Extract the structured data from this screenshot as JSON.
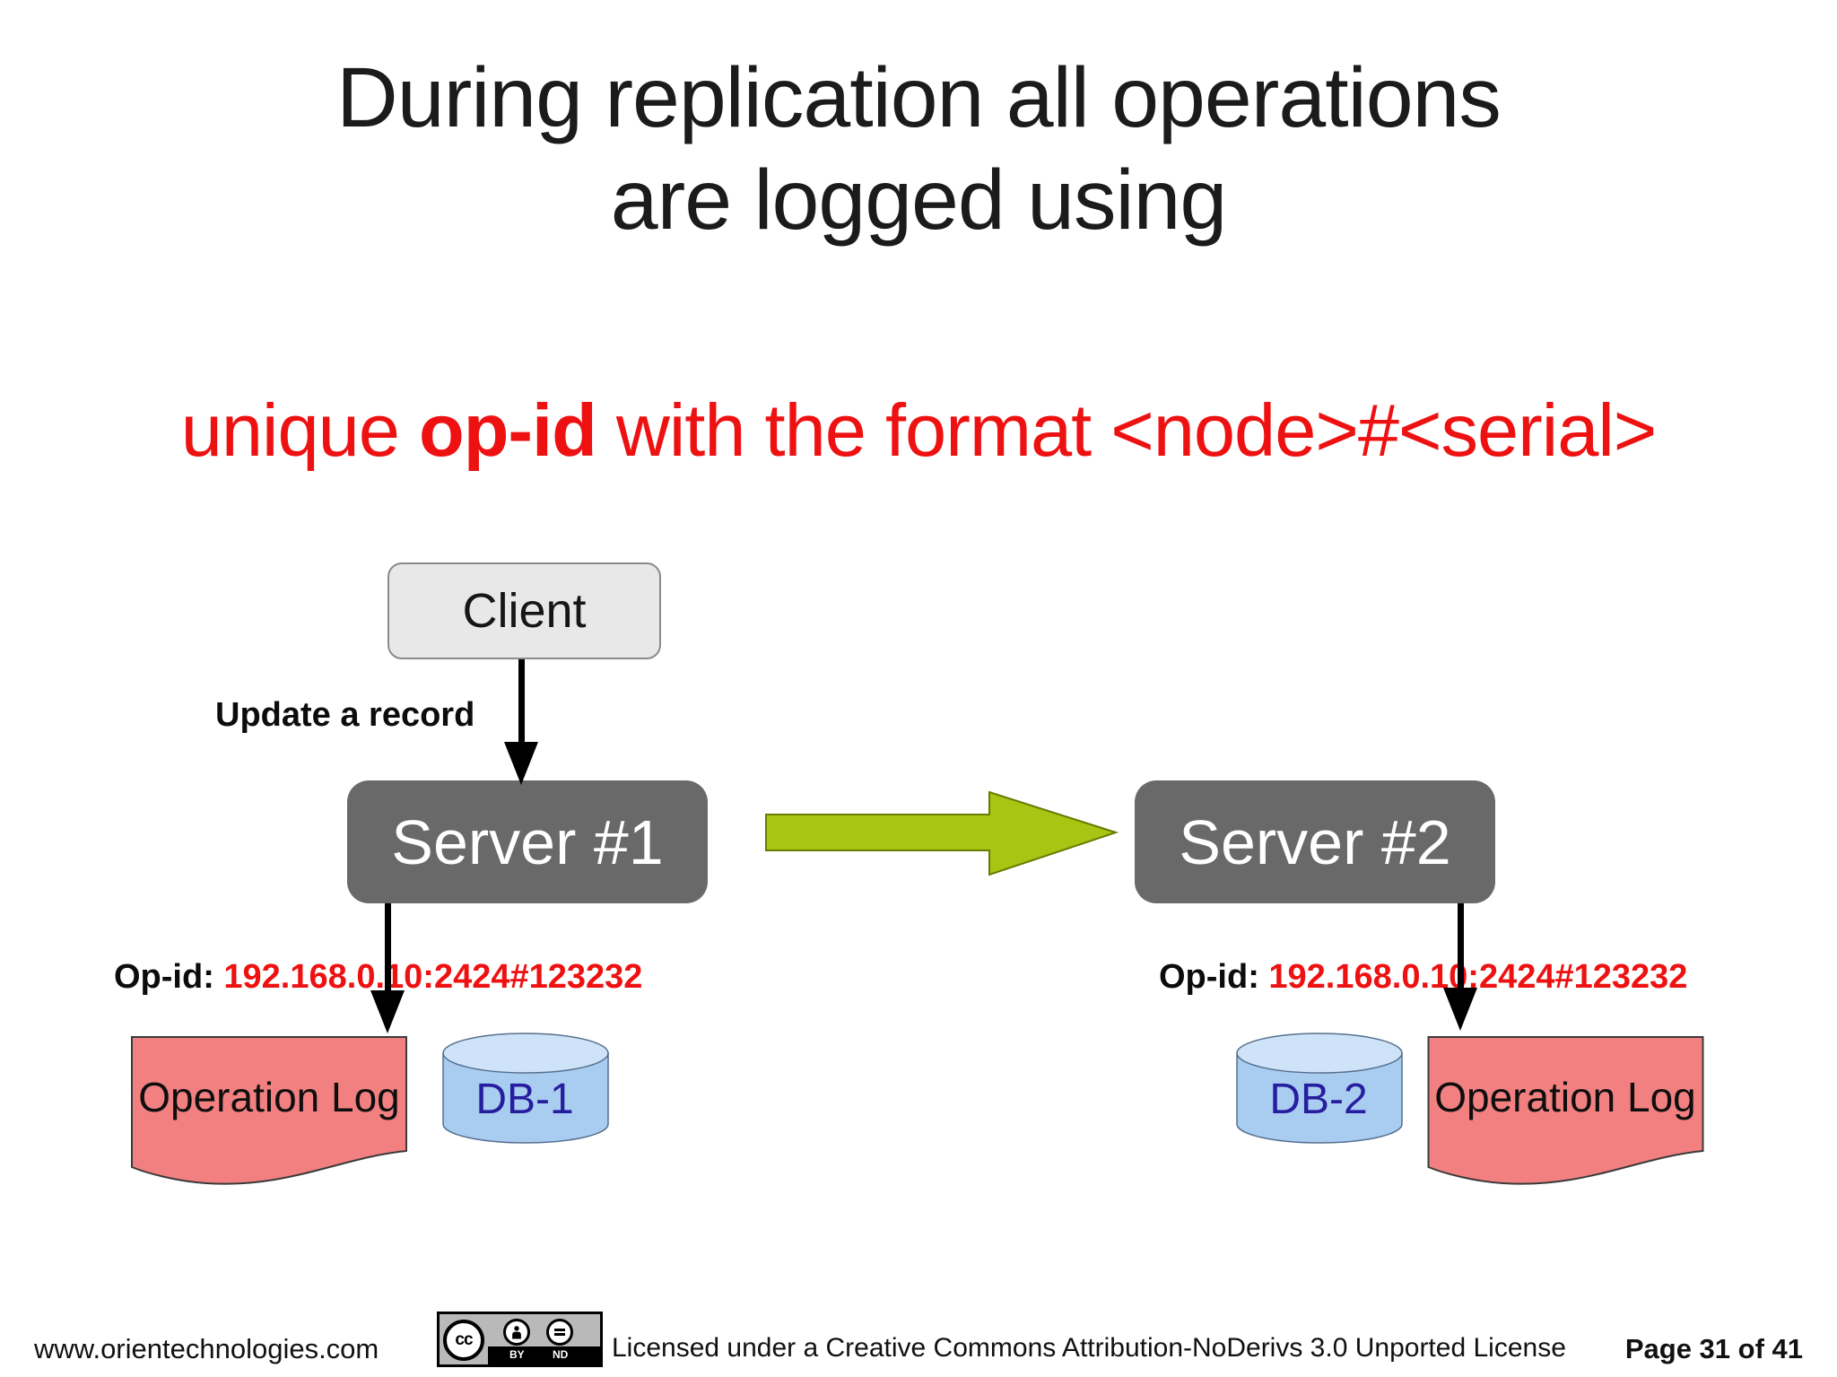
{
  "slide": {
    "title_line1": "During replication all operations",
    "title_line2": "are logged using",
    "subtitle_pre": "unique ",
    "subtitle_bold": "op-id",
    "subtitle_post": " with the format <node>#<serial>"
  },
  "diagram": {
    "client_label": "Client",
    "update_label": "Update a record",
    "server1_label": "Server #1",
    "server2_label": "Server #2",
    "opid_left": {
      "label": "Op-id: ",
      "value": "192.168.0.10:2424#123232"
    },
    "opid_right": {
      "label": "Op-id: ",
      "value": "192.168.0.10:2424#123232"
    },
    "oplog_left_label": "Operation Log",
    "oplog_right_label": "Operation Log",
    "db1_label": "DB-1",
    "db2_label": "DB-2"
  },
  "footer": {
    "website": "www.orientechnologies.com",
    "cc_logo": "cc",
    "cc_by": "BY",
    "cc_nd": "ND",
    "license": "Licensed under a Creative Commons Attribution-NoDerivs 3.0 Unported License",
    "page": "Page 31 of 41"
  },
  "colors": {
    "red": "#ee1111",
    "server-gray": "#696969",
    "client-gray": "#e8e8e8",
    "arrow-green": "#a9c514",
    "flag-pink": "#f38080",
    "db-fill": "#a9ccf1",
    "db-text": "#261e9e"
  }
}
